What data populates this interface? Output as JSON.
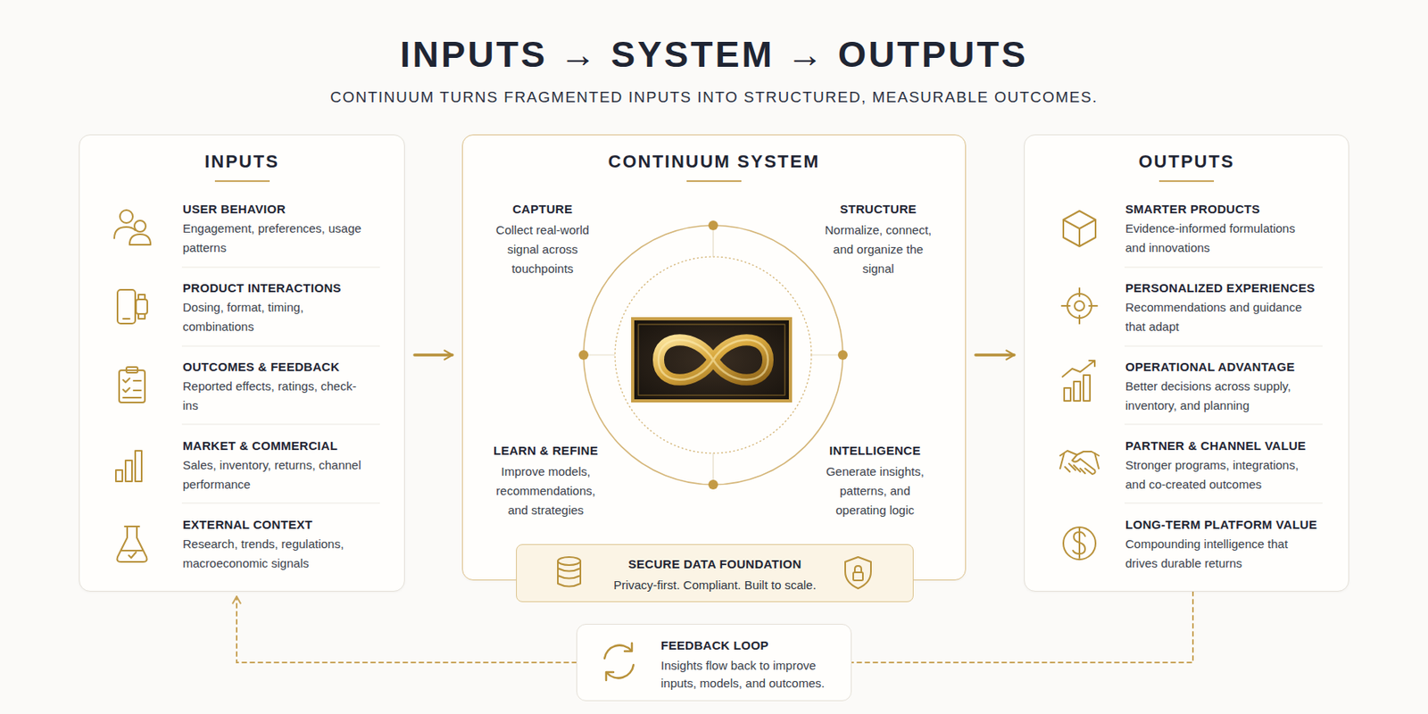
{
  "diagram": {
    "title": "INPUTS → SYSTEM → OUTPUTS",
    "caption": "CONTINUUM TURNS FRAGMENTED INPUTS INTO STRUCTURED, MEASURABLE OUTCOMES.",
    "nodes": [
      {
        "text": [
          "INPUTS"
        ]
      },
      {
        "text": [
          "USER BEHAVIOR",
          "Engagement, preferences, usage patterns"
        ],
        "in": 0
      },
      {
        "text": [
          "PRODUCT INTERACTIONS",
          "Dosing, format, timing, combinations"
        ],
        "in": 0
      },
      {
        "text": [
          "OUTCOMES & FEEDBACK",
          "Reported effects, ratings, check-ins"
        ],
        "in": 0
      },
      {
        "text": [
          "MARKET & COMMERCIAL",
          "Sales, inventory, returns, channel performance"
        ],
        "in": 0
      },
      {
        "text": [
          "EXTERNAL CONTEXT",
          "Research, trends, regulations, macroeconomic signals"
        ],
        "in": 0
      },
      {
        "text": [
          "CONTINUUM SYSTEM"
        ]
      },
      {
        "text": [
          "CAPTURE",
          "Collect real-world signal across touchpoints"
        ],
        "in": 6
      },
      {
        "text": [
          "STRUCTURE",
          "Normalize, connect, and organize the signal"
        ],
        "in": 6
      },
      {
        "text": [
          "LEARN & REFINE",
          "Improve models, recommendations, and strategies"
        ],
        "in": 6
      },
      {
        "text": [
          "INTELLIGENCE",
          "Generate insights, patterns, and operating logic"
        ],
        "in": 6
      },
      {
        "text": [
          "SECURE DATA FOUNDATION",
          "Privacy-first. Compliant. Built to scale."
        ],
        "in": 6
      },
      {
        "text": [
          "OUTPUTS"
        ]
      },
      {
        "text": [
          "SMARTER PRODUCTS",
          "Evidence-informed formulations and innovations"
        ],
        "in": 12
      },
      {
        "text": [
          "PERSONALIZED EXPERIENCES",
          "Recommendations and guidance that adapt"
        ],
        "in": 12
      },
      {
        "text": [
          "OPERATIONAL ADVANTAGE",
          "Better decisions across supply, inventory, and planning"
        ],
        "in": 12
      },
      {
        "text": [
          "PARTNER & CHANNEL VALUE",
          "Stronger programs, integrations, and co-created outcomes"
        ],
        "in": 12
      },
      {
        "text": [
          "LONG-TERM PLATFORM VALUE",
          "Compounding intelligence that drives durable returns"
        ],
        "in": 12
      },
      {
        "text": [
          "FEEDBACK LOOP",
          "Insights flow back to improve inputs, models, and outcomes."
        ]
      }
    ],
    "edges": [
      {
        "from": 0,
        "to": 6,
        "arrow": "to"
      },
      {
        "from": 6,
        "to": 12,
        "arrow": "to"
      },
      {
        "from": 12,
        "to": 18,
        "arrow": "none"
      },
      {
        "from": 18,
        "to": 0,
        "arrow": "to"
      }
    ]
  }
}
